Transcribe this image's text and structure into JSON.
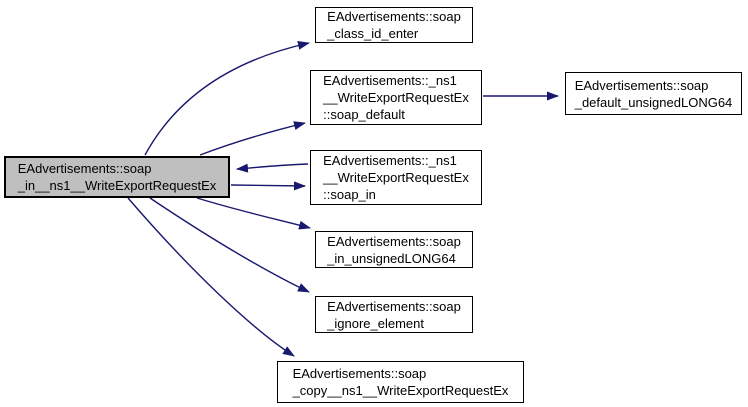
{
  "diagram": {
    "type": "call-graph",
    "style": {
      "edge_color": "#191970",
      "node_fill": "#ffffff",
      "node_border": "#000000",
      "highlight_fill": "#bfbfbf",
      "text_color": "#000000",
      "background": "#ffffff"
    },
    "nodes": {
      "main": {
        "label": "EAdvertisements::soap\n_in__ns1__WriteExportRequestEx",
        "highlighted": true
      },
      "class_id_enter": {
        "label": "EAdvertisements::soap\n_class_id_enter",
        "highlighted": false
      },
      "soap_default": {
        "label": "EAdvertisements::_ns1\n__WriteExportRequestEx\n::soap_default",
        "highlighted": false
      },
      "soap_in": {
        "label": "EAdvertisements::_ns1\n__WriteExportRequestEx\n::soap_in",
        "highlighted": false
      },
      "in_unsignedLONG64": {
        "label": "EAdvertisements::soap\n_in_unsignedLONG64",
        "highlighted": false
      },
      "ignore_element": {
        "label": "EAdvertisements::soap\n_ignore_element",
        "highlighted": false
      },
      "copy": {
        "label": "EAdvertisements::soap\n_copy__ns1__WriteExportRequestEx",
        "highlighted": false
      },
      "default_unsignedLONG64": {
        "label": "EAdvertisements::soap\n_default_unsignedLONG64",
        "highlighted": false
      }
    },
    "edges": [
      {
        "from": "main",
        "to": "class_id_enter"
      },
      {
        "from": "main",
        "to": "soap_default"
      },
      {
        "from": "main",
        "to": "soap_in"
      },
      {
        "from": "soap_in",
        "to": "main"
      },
      {
        "from": "main",
        "to": "in_unsignedLONG64"
      },
      {
        "from": "main",
        "to": "ignore_element"
      },
      {
        "from": "main",
        "to": "copy"
      },
      {
        "from": "soap_default",
        "to": "default_unsignedLONG64"
      }
    ]
  }
}
